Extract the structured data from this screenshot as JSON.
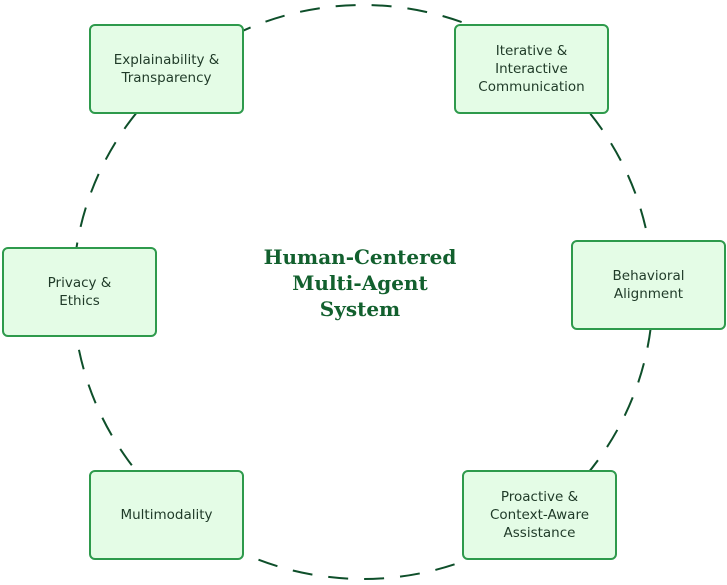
{
  "title_lines": [
    "Human-Centered",
    "Multi-Agent",
    "System"
  ],
  "nodes": [
    {
      "id": "explainability",
      "lines": [
        "Explainability &",
        "Transparency"
      ]
    },
    {
      "id": "iterative",
      "lines": [
        "Iterative &",
        "Interactive",
        "Communication"
      ]
    },
    {
      "id": "privacy",
      "lines": [
        "Privacy &",
        "Ethics"
      ]
    },
    {
      "id": "behavioral",
      "lines": [
        "Behavioral",
        "Alignment"
      ]
    },
    {
      "id": "multimodality",
      "lines": [
        "Multimodality"
      ]
    },
    {
      "id": "proactive",
      "lines": [
        "Proactive &",
        "Context-Aware",
        "Assistance"
      ]
    }
  ],
  "colors": {
    "ring": "#0e4f2a",
    "box_fill": "#e4fce6",
    "box_border": "#2e9a4c",
    "title": "#12602e",
    "text": "#1f3a28"
  }
}
